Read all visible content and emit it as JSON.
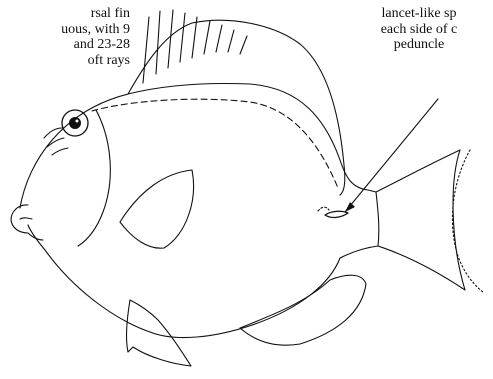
{
  "figure": {
    "dorsal_label": [
      "rsal fin",
      "uous, with 9",
      "and 23-28",
      "oft rays"
    ],
    "spine_label": [
      "lancet-like sp",
      "each side of c",
      "peduncle"
    ]
  },
  "colors": {
    "ink": "#111111",
    "background": "#ffffff"
  }
}
